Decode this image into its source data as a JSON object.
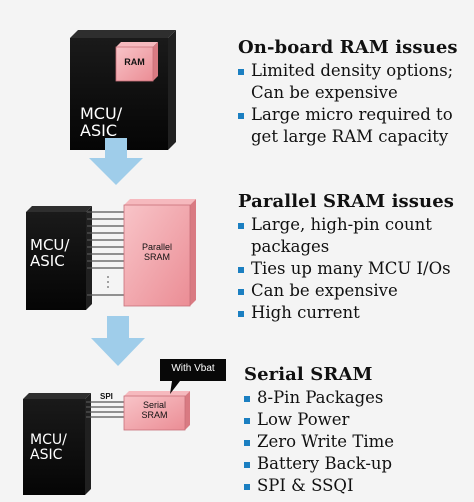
{
  "chips": [
    {
      "label": "MCU/\nASIC",
      "memory_label": "RAM"
    },
    {
      "label": "MCU/\nASIC",
      "memory_label": "Parallel\nSRAM"
    },
    {
      "label": "MCU/\nASIC",
      "memory_label": "Serial\nSRAM",
      "bus_label": "SPI",
      "callout": "With Vbat"
    }
  ],
  "sections": [
    {
      "title": "On-board RAM issues",
      "items": [
        "Limited density options;",
        "Can be expensive",
        "Large micro required to",
        "get large RAM capacity"
      ]
    },
    {
      "title": "Parallel SRAM issues",
      "items": [
        "Large, high-pin count",
        "packages",
        "Ties up many MCU I/Os",
        "Can be expensive",
        "High current"
      ]
    },
    {
      "title": "Serial SRAM",
      "items": [
        "8-Pin Packages",
        "Low Power",
        "Zero Write Time",
        "Battery Back-up",
        "SPI & SSQI"
      ]
    }
  ],
  "colors": {
    "chip": "#0b0b0b",
    "memory": "#f2a0a6",
    "arrow": "#9fcdea",
    "bullet": "#1b7fc1"
  }
}
